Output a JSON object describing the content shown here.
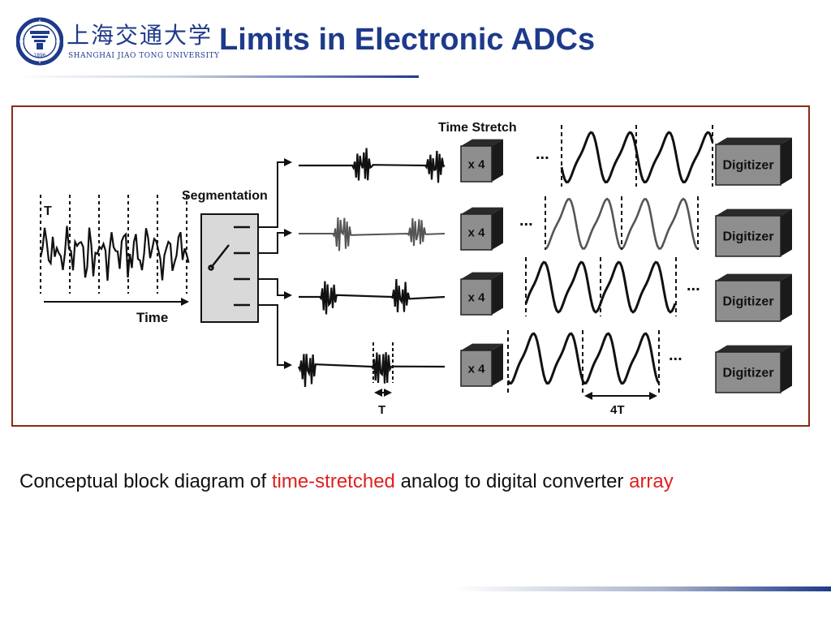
{
  "header": {
    "logo_cn": "上海交通大学",
    "logo_en": "SHANGHAI JIAO TONG UNIVERSITY",
    "logo_year": "1896",
    "title": "Limits in Electronic ADCs"
  },
  "diagram": {
    "label_T_input": "T",
    "label_time": "Time",
    "label_segmentation": "Segmentation",
    "label_time_stretch": "Time Stretch",
    "stretch_blocks": [
      "x 4",
      "x 4",
      "x 4",
      "x 4"
    ],
    "digitizers": [
      "Digitizer",
      "Digitizer",
      "Digitizer",
      "Digitizer"
    ],
    "ellipsis": "...",
    "label_T_segment": "T",
    "label_4T": "4T"
  },
  "caption": {
    "part1": "Conceptual block diagram of ",
    "hl1": "time-stretched",
    "part2": " analog to digital converter ",
    "hl2": "array"
  },
  "colors": {
    "title": "#1e3a8a",
    "frame": "#8b2a12",
    "highlight": "#e02020"
  }
}
